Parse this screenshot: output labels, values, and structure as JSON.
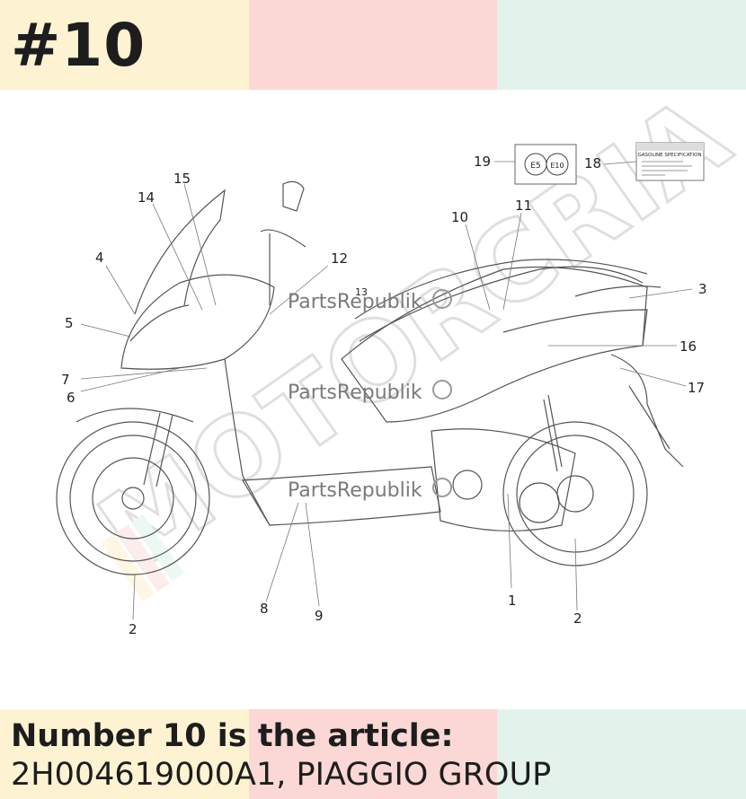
{
  "header": {
    "number": "#10",
    "colors": [
      "#fdf3d2",
      "#fbd8d6",
      "#e3f3ec"
    ]
  },
  "diagram": {
    "callouts": [
      "1",
      "2",
      "2",
      "3",
      "4",
      "5",
      "6",
      "7",
      "8",
      "9",
      "10",
      "11",
      "12",
      "13",
      "14",
      "15",
      "16",
      "17",
      "18",
      "19"
    ],
    "sticker_19": {
      "left": "E5",
      "right": "E10"
    },
    "sticker_18": {
      "title": "GASOLINE SPECIFICATION"
    },
    "watermark": "PartsRepublik",
    "logo_text": "MOTORCRIA"
  },
  "footer": {
    "line1": "Number 10 is the article:",
    "line2": "2H004619000A1, PIAGGIO GROUP"
  }
}
